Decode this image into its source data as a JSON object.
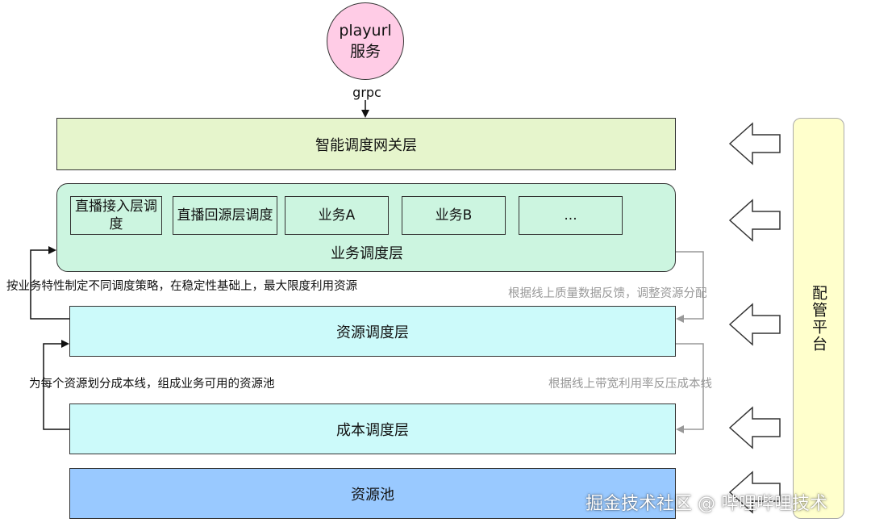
{
  "service": {
    "label": "playurl服务",
    "protocol": "grpc"
  },
  "layers": {
    "gateway": "智能调度网关层",
    "business": {
      "title": "业务调度层",
      "items": [
        "直播接入层调度",
        "直播回源层调度",
        "业务A",
        "业务B",
        "..."
      ]
    },
    "resource": "资源调度层",
    "cost": "成本调度层",
    "pool": "资源池"
  },
  "notes": {
    "strategy": "按业务特性制定不同调度策略，在稳定性基础上，最大限度利用资源",
    "cost_line": "为每个资源划分成本线，组成业务可用的资源池",
    "feedback": "根据线上质量数据反馈，调整资源分配",
    "bandwidth": "根据线上带宽利用率反压成本线"
  },
  "config_platform": "配管平台",
  "watermark": "掘金技术社区 @ 哔哩哔哩技术",
  "colors": {
    "service": "#ffcce6",
    "gateway": "#e6f5cc",
    "business": "#ccf5e0",
    "resource": "#ccfafa",
    "cost": "#ccfafa",
    "pool": "#99c9ff",
    "config": "#ffffcc"
  }
}
